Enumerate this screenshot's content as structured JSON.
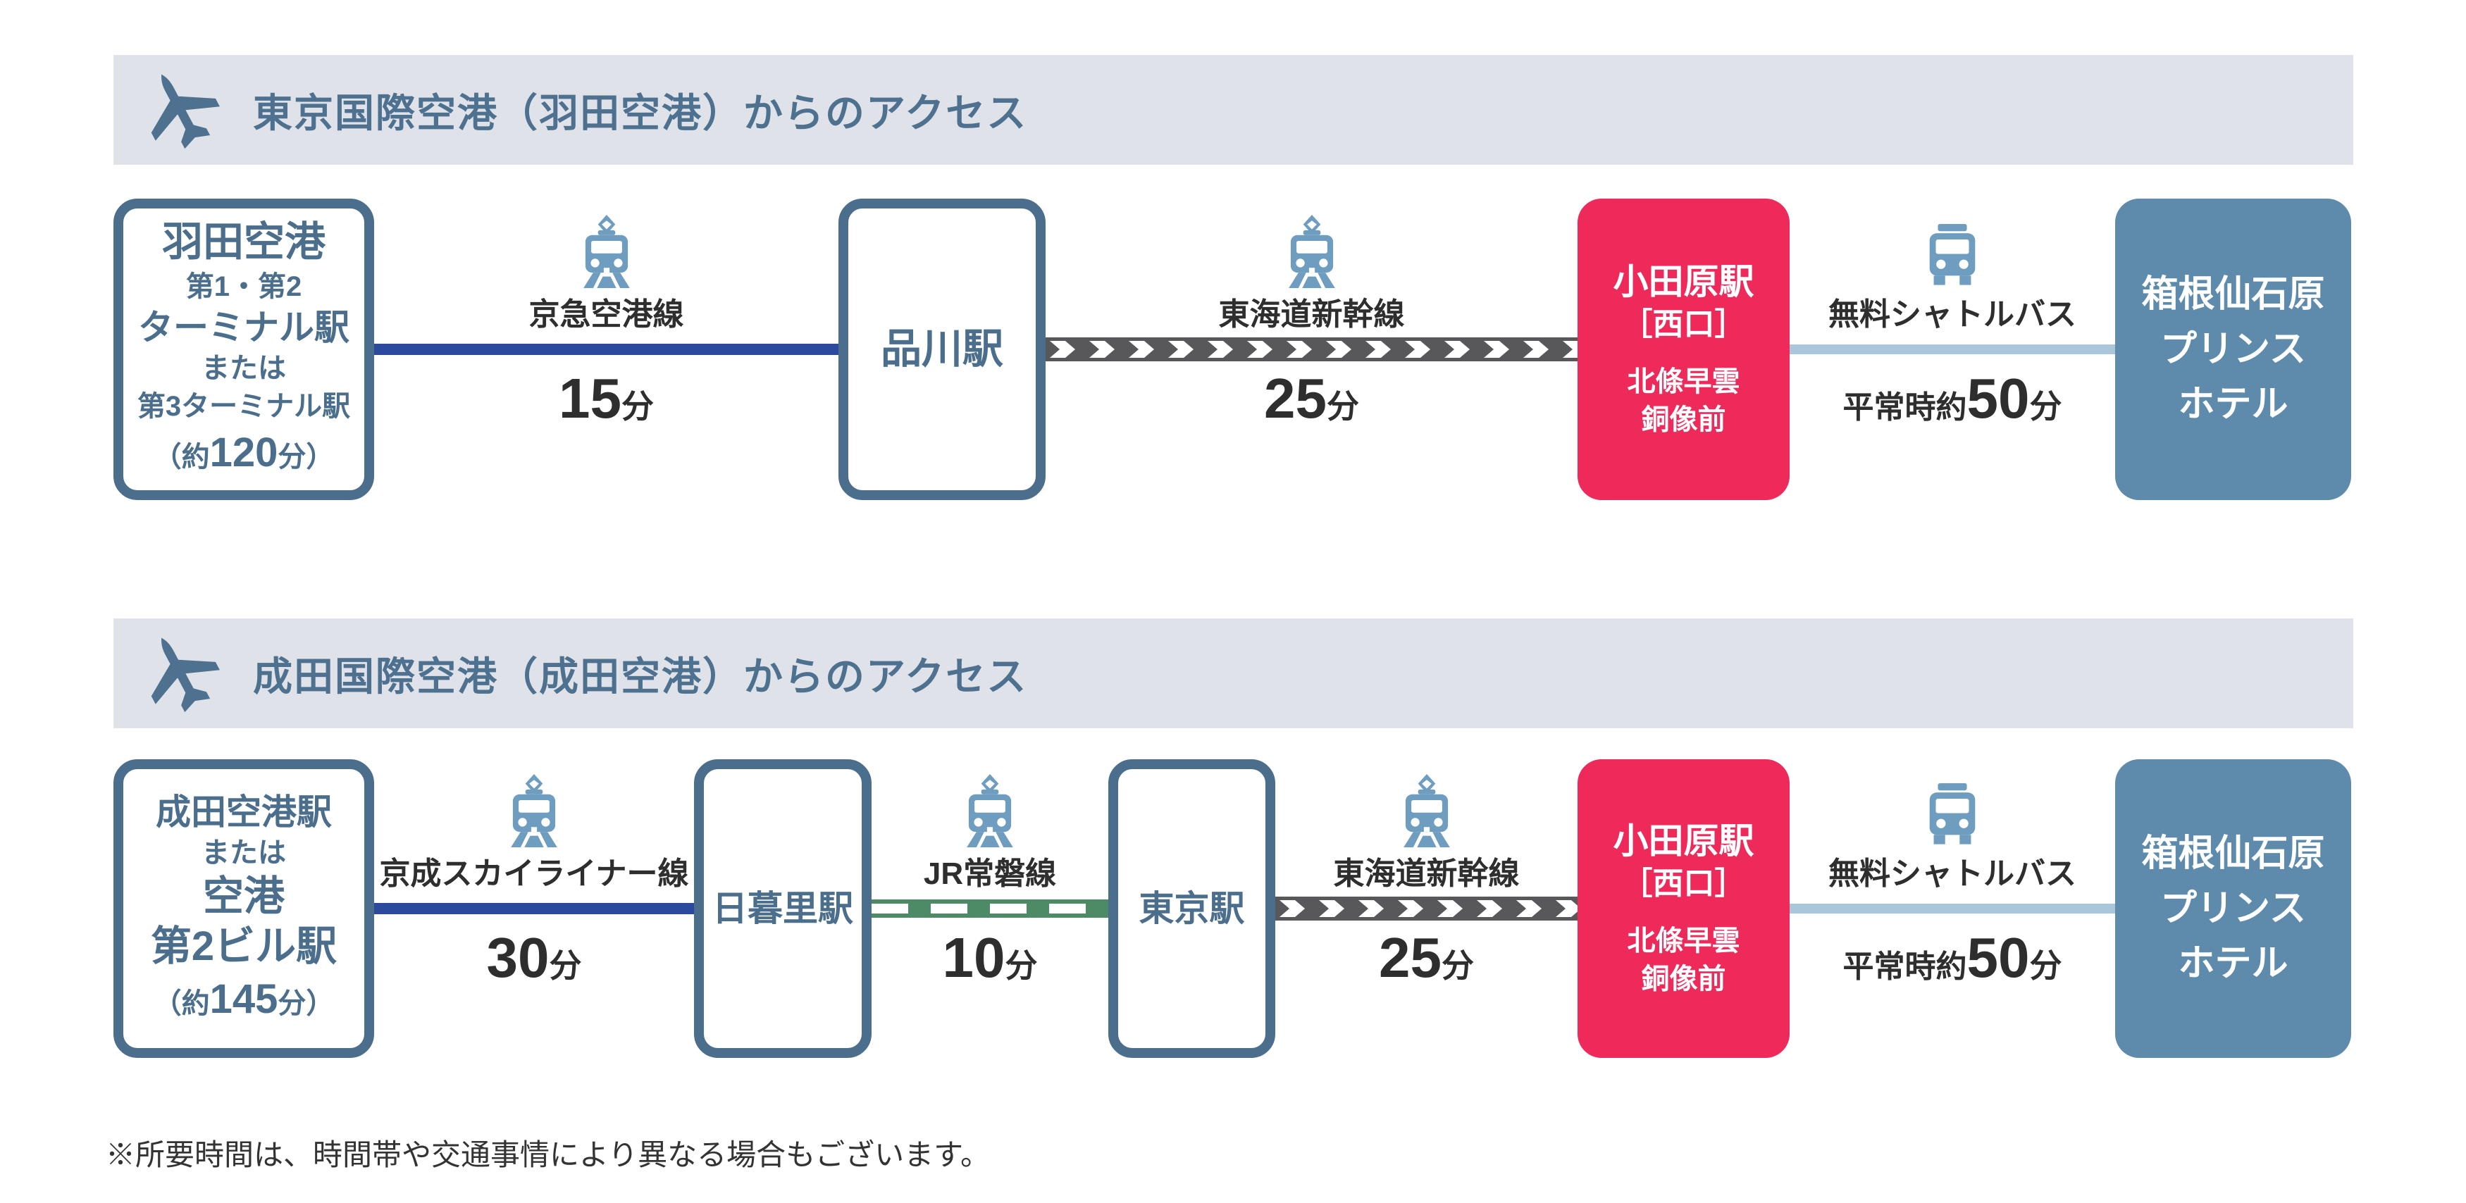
{
  "colors": {
    "banner_bg": "#dfe2e9",
    "slate_text": "#4e7190",
    "station_border": "#4c6e8d",
    "rail_blue": "#2b4a9e",
    "shinkansen_gray": "#58585a",
    "jr_green": "#4d8b66",
    "shuttle_blue": "#aac6da",
    "odawara_red": "#ee2a5b",
    "hotel_blue": "#5e8bab",
    "icon_blue": "#6e9dbf"
  },
  "sections": {
    "haneda": {
      "title": "東京国際空港（羽田空港）からのアクセス",
      "origin": {
        "line1": "羽田空港",
        "line2": "第1・第2",
        "line3": "ターミナル駅",
        "line4": "または",
        "line5": "第3ターミナル駅",
        "duration_open": "（約",
        "duration_num": "120",
        "duration_close": "分）"
      },
      "leg1": {
        "line_name": "京急空港線",
        "duration_num": "15",
        "duration_unit": "分"
      },
      "station1": "品川駅",
      "leg2": {
        "line_name": "東海道新幹線",
        "duration_num": "25",
        "duration_unit": "分"
      },
      "odawara": {
        "line1": "小田原駅",
        "line2": "［西口］",
        "line3": "北條早雲",
        "line4": "銅像前"
      },
      "leg3": {
        "line_name": "無料シャトルバス",
        "duration_prefix": "平常時約",
        "duration_num": "50",
        "duration_unit": "分"
      },
      "hotel": {
        "line1": "箱根仙石原",
        "line2": "プリンス",
        "line3": "ホテル"
      }
    },
    "narita": {
      "title": "成田国際空港（成田空港）からのアクセス",
      "origin": {
        "line1": "成田空港駅",
        "line2": "または",
        "line3": "空港",
        "line4": "第2ビル駅",
        "duration_open": "（約",
        "duration_num": "145",
        "duration_close": "分）"
      },
      "leg1": {
        "line_name": "京成スカイライナー線",
        "duration_num": "30",
        "duration_unit": "分"
      },
      "station1": "日暮里駅",
      "leg2": {
        "line_name": "JR常磐線",
        "duration_num": "10",
        "duration_unit": "分"
      },
      "station2": "東京駅",
      "leg3": {
        "line_name": "東海道新幹線",
        "duration_num": "25",
        "duration_unit": "分"
      },
      "odawara": {
        "line1": "小田原駅",
        "line2": "［西口］",
        "line3": "北條早雲",
        "line4": "銅像前"
      },
      "leg4": {
        "line_name": "無料シャトルバス",
        "duration_prefix": "平常時約",
        "duration_num": "50",
        "duration_unit": "分"
      },
      "hotel": {
        "line1": "箱根仙石原",
        "line2": "プリンス",
        "line3": "ホテル"
      }
    }
  },
  "footer": {
    "note": "※所要時間は、時間帯や交通事情により異なる場合もございます。"
  }
}
